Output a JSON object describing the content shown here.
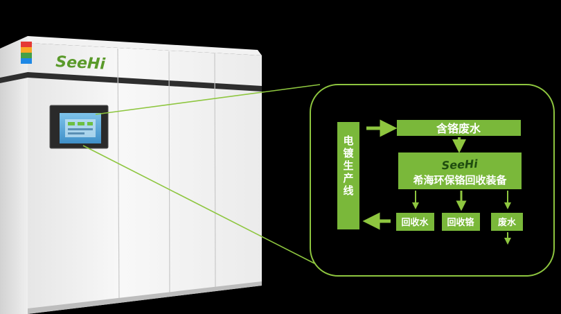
{
  "brand": {
    "logo_text": "SeeHi"
  },
  "colors": {
    "background": "#000000",
    "accent_green": "#8ec63f",
    "box_fill": "#7ab83a",
    "cabinet_white": "#f4f4f4",
    "trim_dark": "#2e2e2e",
    "beacon": [
      "#e53935",
      "#f9a825",
      "#43a047",
      "#1e88e5"
    ]
  },
  "diagram": {
    "production_line": "电镀生产线",
    "wastewater_in": "含铬废水",
    "device_logo": "SeeHi",
    "device_name": "希海环保铬回收装备",
    "outputs": {
      "water": "回收水",
      "chromium": "回收铬",
      "waste": "废水"
    }
  }
}
